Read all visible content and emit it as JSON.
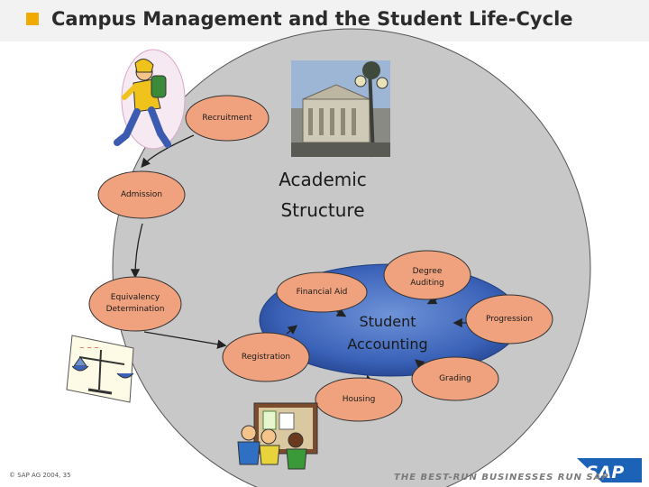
{
  "title": "Campus Management and the Student Life-Cycle",
  "diagram": {
    "outer_nodes": {
      "recruitment": "Recruitment",
      "admission": "Admission",
      "equivalency_line1": "Equivalency",
      "equivalency_line2": "Determination",
      "registration": "Registration",
      "housing": "Housing",
      "grading": "Grading",
      "progression": "Progression",
      "degree_line1": "Degree",
      "degree_line2": "Auditing",
      "financial_aid": "Financial Aid"
    },
    "academic_structure_line1": "Academic",
    "academic_structure_line2": "Structure",
    "student_accounting_line1": "Student",
    "student_accounting_line2": "Accounting"
  },
  "footer": {
    "copyright": "© SAP AG 2004, 35",
    "tagline": "THE BEST-RUN BUSINESSES RUN SAP",
    "logo_text": "SAP"
  },
  "colors": {
    "big_circle": "#c8c8c8",
    "inner_ellipse": "#3a62b8",
    "node_fill": "#f0a27f",
    "title_marker": "#f0ab00",
    "logo_blue": "#1c62b7"
  }
}
